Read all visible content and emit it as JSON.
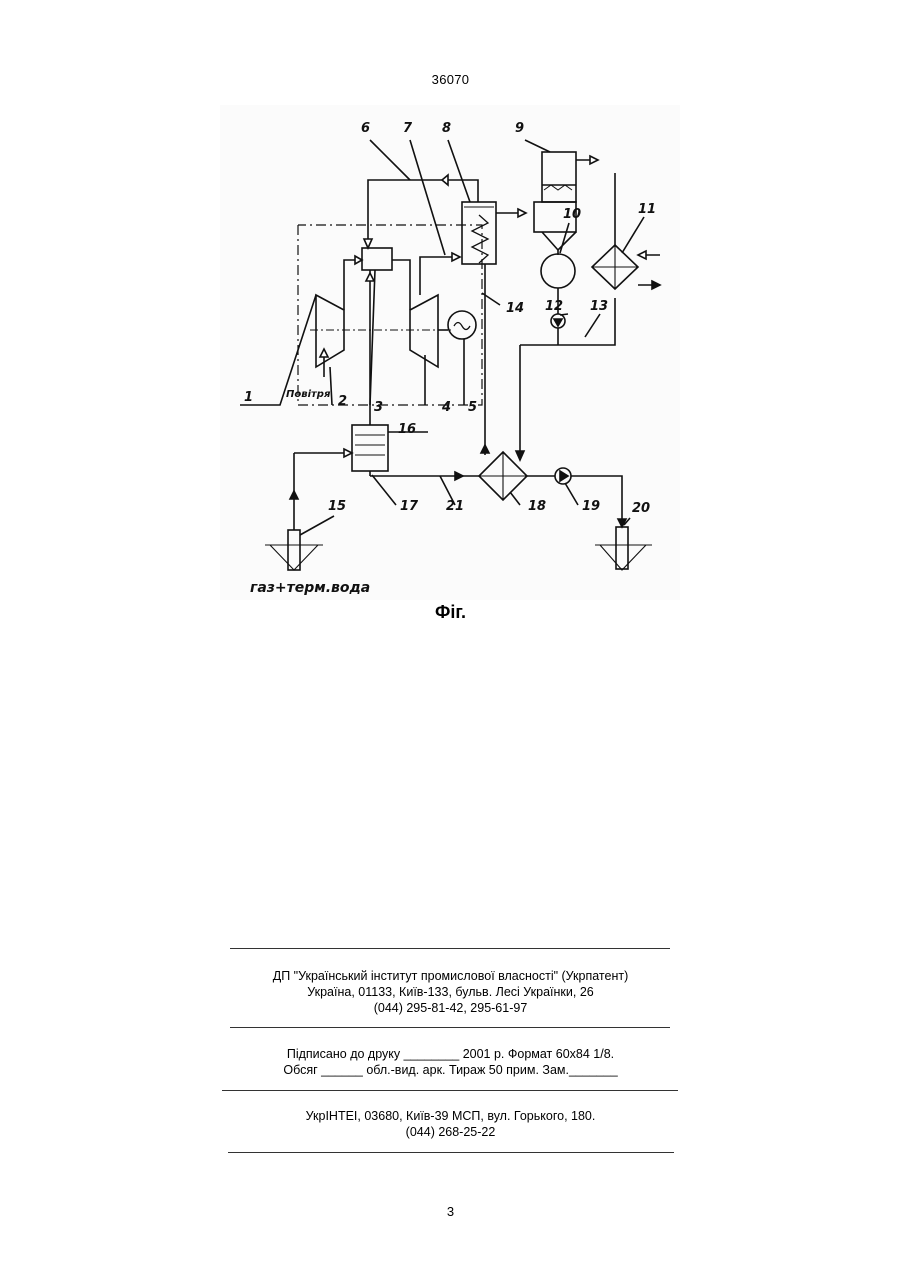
{
  "header": {
    "page_code": "36070"
  },
  "figure": {
    "labels": {
      "n1": "1",
      "n2": "2",
      "n3": "3",
      "n4": "4",
      "n5": "5",
      "n6": "6",
      "n7": "7",
      "n8": "8",
      "n9": "9",
      "n10": "10",
      "n11": "11",
      "n12": "12",
      "n13": "13",
      "n14": "14",
      "n15": "15",
      "n16": "16",
      "n17": "17",
      "n18": "18",
      "n19": "19",
      "n20": "20",
      "n21": "21",
      "air": "Повітря",
      "source": "газ+терм.вода"
    },
    "caption": "Фіг."
  },
  "imprint": {
    "org_line1": "ДП \"Український інститут промислової власності\" (Укрпатент)",
    "org_line2": "Україна, 01133, Київ-133, бульв. Лесі Українки, 26",
    "org_line3": "(044) 295-81-42, 295-61-97",
    "print_line1": "Підписано до друку ________ 2001 р.    Формат 60х84 1/8.",
    "print_line2": "Обсяг ______ обл.-вид. арк.   Тираж 50 прим.    Зам._______",
    "press_line1": "УкрІНТЕІ, 03680, Київ-39 МСП, вул. Горького, 180.",
    "press_line2": "(044) 268-25-22"
  },
  "footer": {
    "page_number": "3"
  }
}
